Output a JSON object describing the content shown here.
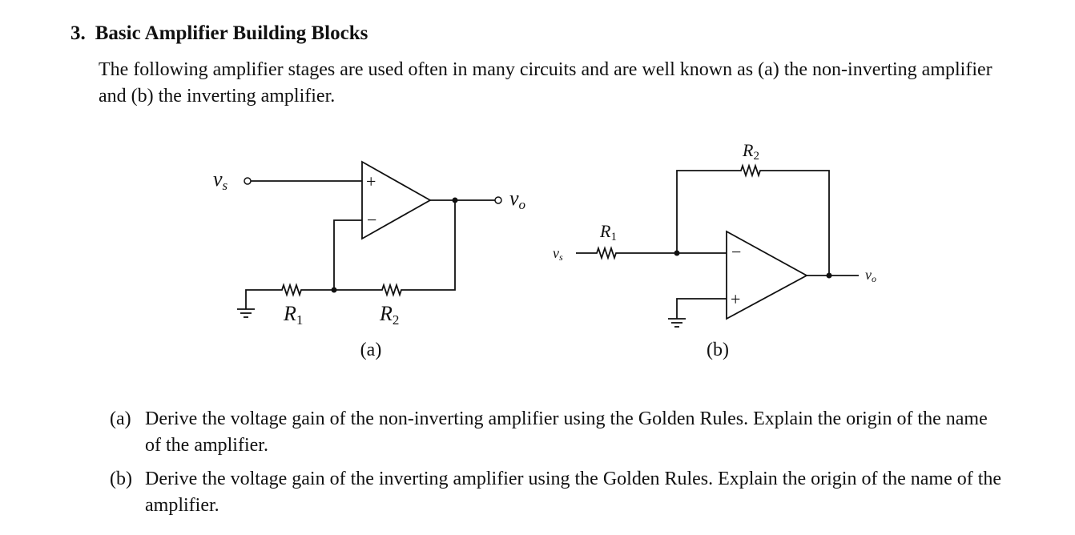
{
  "section": {
    "number": "3.",
    "title": "Basic Amplifier Building Blocks",
    "intro": "The following amplifier stages are used often in many circuits and are well known as (a) the non-inverting amplifier and (b) the inverting amplifier."
  },
  "figure": {
    "circuit_a": {
      "caption": "(a)",
      "input": "v",
      "input_sub": "s",
      "output": "v",
      "output_sub": "o",
      "r1": "R",
      "r1_sub": "1",
      "r2": "R",
      "r2_sub": "2",
      "plus": "+",
      "minus": "−"
    },
    "circuit_b": {
      "caption": "(b)",
      "input": "v",
      "input_sub": "s",
      "output": "v",
      "output_sub": "o",
      "r1": "R",
      "r1_sub": "1",
      "r2": "R",
      "r2_sub": "2",
      "plus": "+",
      "minus": "−"
    }
  },
  "questions": [
    {
      "label": "(a)",
      "text": "Derive the voltage gain of the non-inverting amplifier using the Golden Rules. Explain the origin of the name of the amplifier."
    },
    {
      "label": "(b)",
      "text": "Derive the voltage gain of the inverting amplifier using the Golden Rules. Explain the origin of the name of the amplifier."
    }
  ]
}
